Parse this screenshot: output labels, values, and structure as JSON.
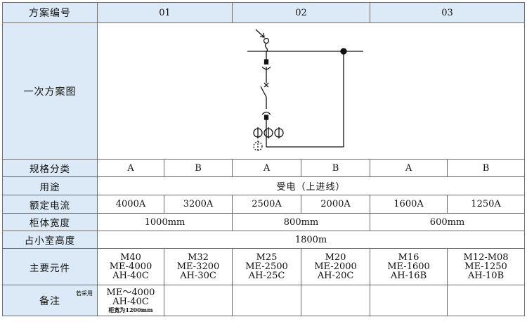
{
  "header": {
    "label": "方案编号",
    "schemes": [
      "01",
      "02",
      "03"
    ]
  },
  "diagram_row": {
    "label": "一次方案图"
  },
  "rows": {
    "spec_class": {
      "label": "规格分类",
      "values": [
        "A",
        "B",
        "A",
        "B",
        "A",
        "B"
      ]
    },
    "usage": {
      "label": "用途",
      "value": "受电（上进线）"
    },
    "rated_current": {
      "label": "额定电流",
      "values": [
        "4000A",
        "3200A",
        "2500A",
        "2000A",
        "1600A",
        "1250A"
      ]
    },
    "cabinet_width": {
      "label": "柜体宽度",
      "values": [
        "1000mm",
        "800mm",
        "600mm"
      ]
    },
    "room_height": {
      "label": "占小室高度",
      "value": "1800m"
    },
    "components": {
      "label": "主要元件",
      "values": [
        [
          "M40",
          "ME-4000",
          "AH-40C"
        ],
        [
          "M32",
          "ME-3200",
          "AH-30C"
        ],
        [
          "M25",
          "ME-2500",
          "AH-25C"
        ],
        [
          "M20",
          "ME-2000",
          "AH-20C"
        ],
        [
          "M16",
          "ME-1600",
          "AH-16B"
        ],
        [
          "M12-M08",
          "ME-1250",
          "AH-10B"
        ]
      ]
    },
    "notes": {
      "label": "备注",
      "label_super": "若采用",
      "first": [
        "ME～4000",
        "AH-40C"
      ],
      "first_small": "柜宽为1200mm"
    }
  }
}
